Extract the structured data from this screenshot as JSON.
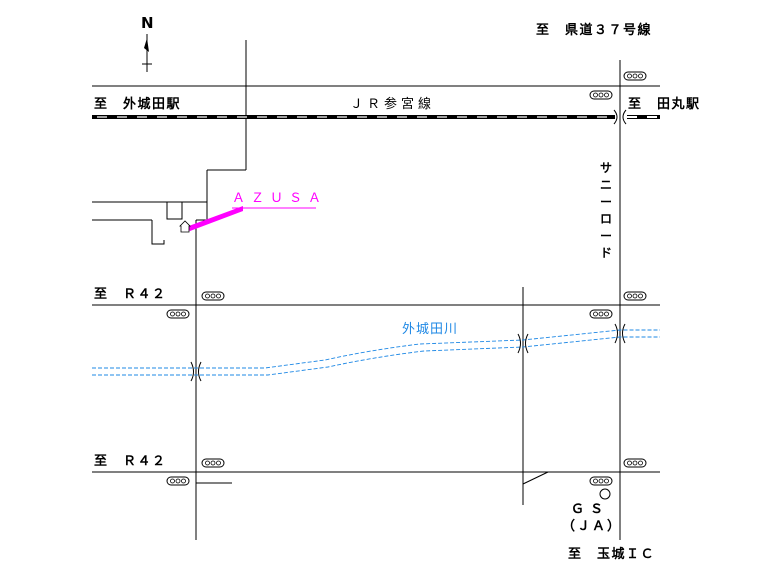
{
  "map": {
    "north_label": "N",
    "destinations": {
      "prefectural_road": "至　県道３７号線",
      "hokajoda_station": "至　外城田駅",
      "tamaru_station": "至　田丸駅",
      "r42_upper": "至　Ｒ４２",
      "r42_lower": "至　Ｒ４２",
      "tamaki_ic": "至　玉城ＩＣ"
    },
    "rail_line": "ＪＲ参宮線",
    "destination": {
      "name": "ＡＺＵＳＡ",
      "color": "#ff00ff"
    },
    "river": {
      "name": "外城田川",
      "color": "#1e88e5"
    },
    "sunny_road": [
      "サ",
      "ニ",
      "ー",
      "ロ",
      "ー",
      "ド"
    ],
    "gas_station": {
      "line1": "ＧＳ",
      "line2": "（ＪＡ）"
    },
    "icons": [
      "north-arrow-icon",
      "traffic-signal-icon",
      "bridge-icon",
      "house-icon",
      "gas-station-circle-icon"
    ]
  }
}
